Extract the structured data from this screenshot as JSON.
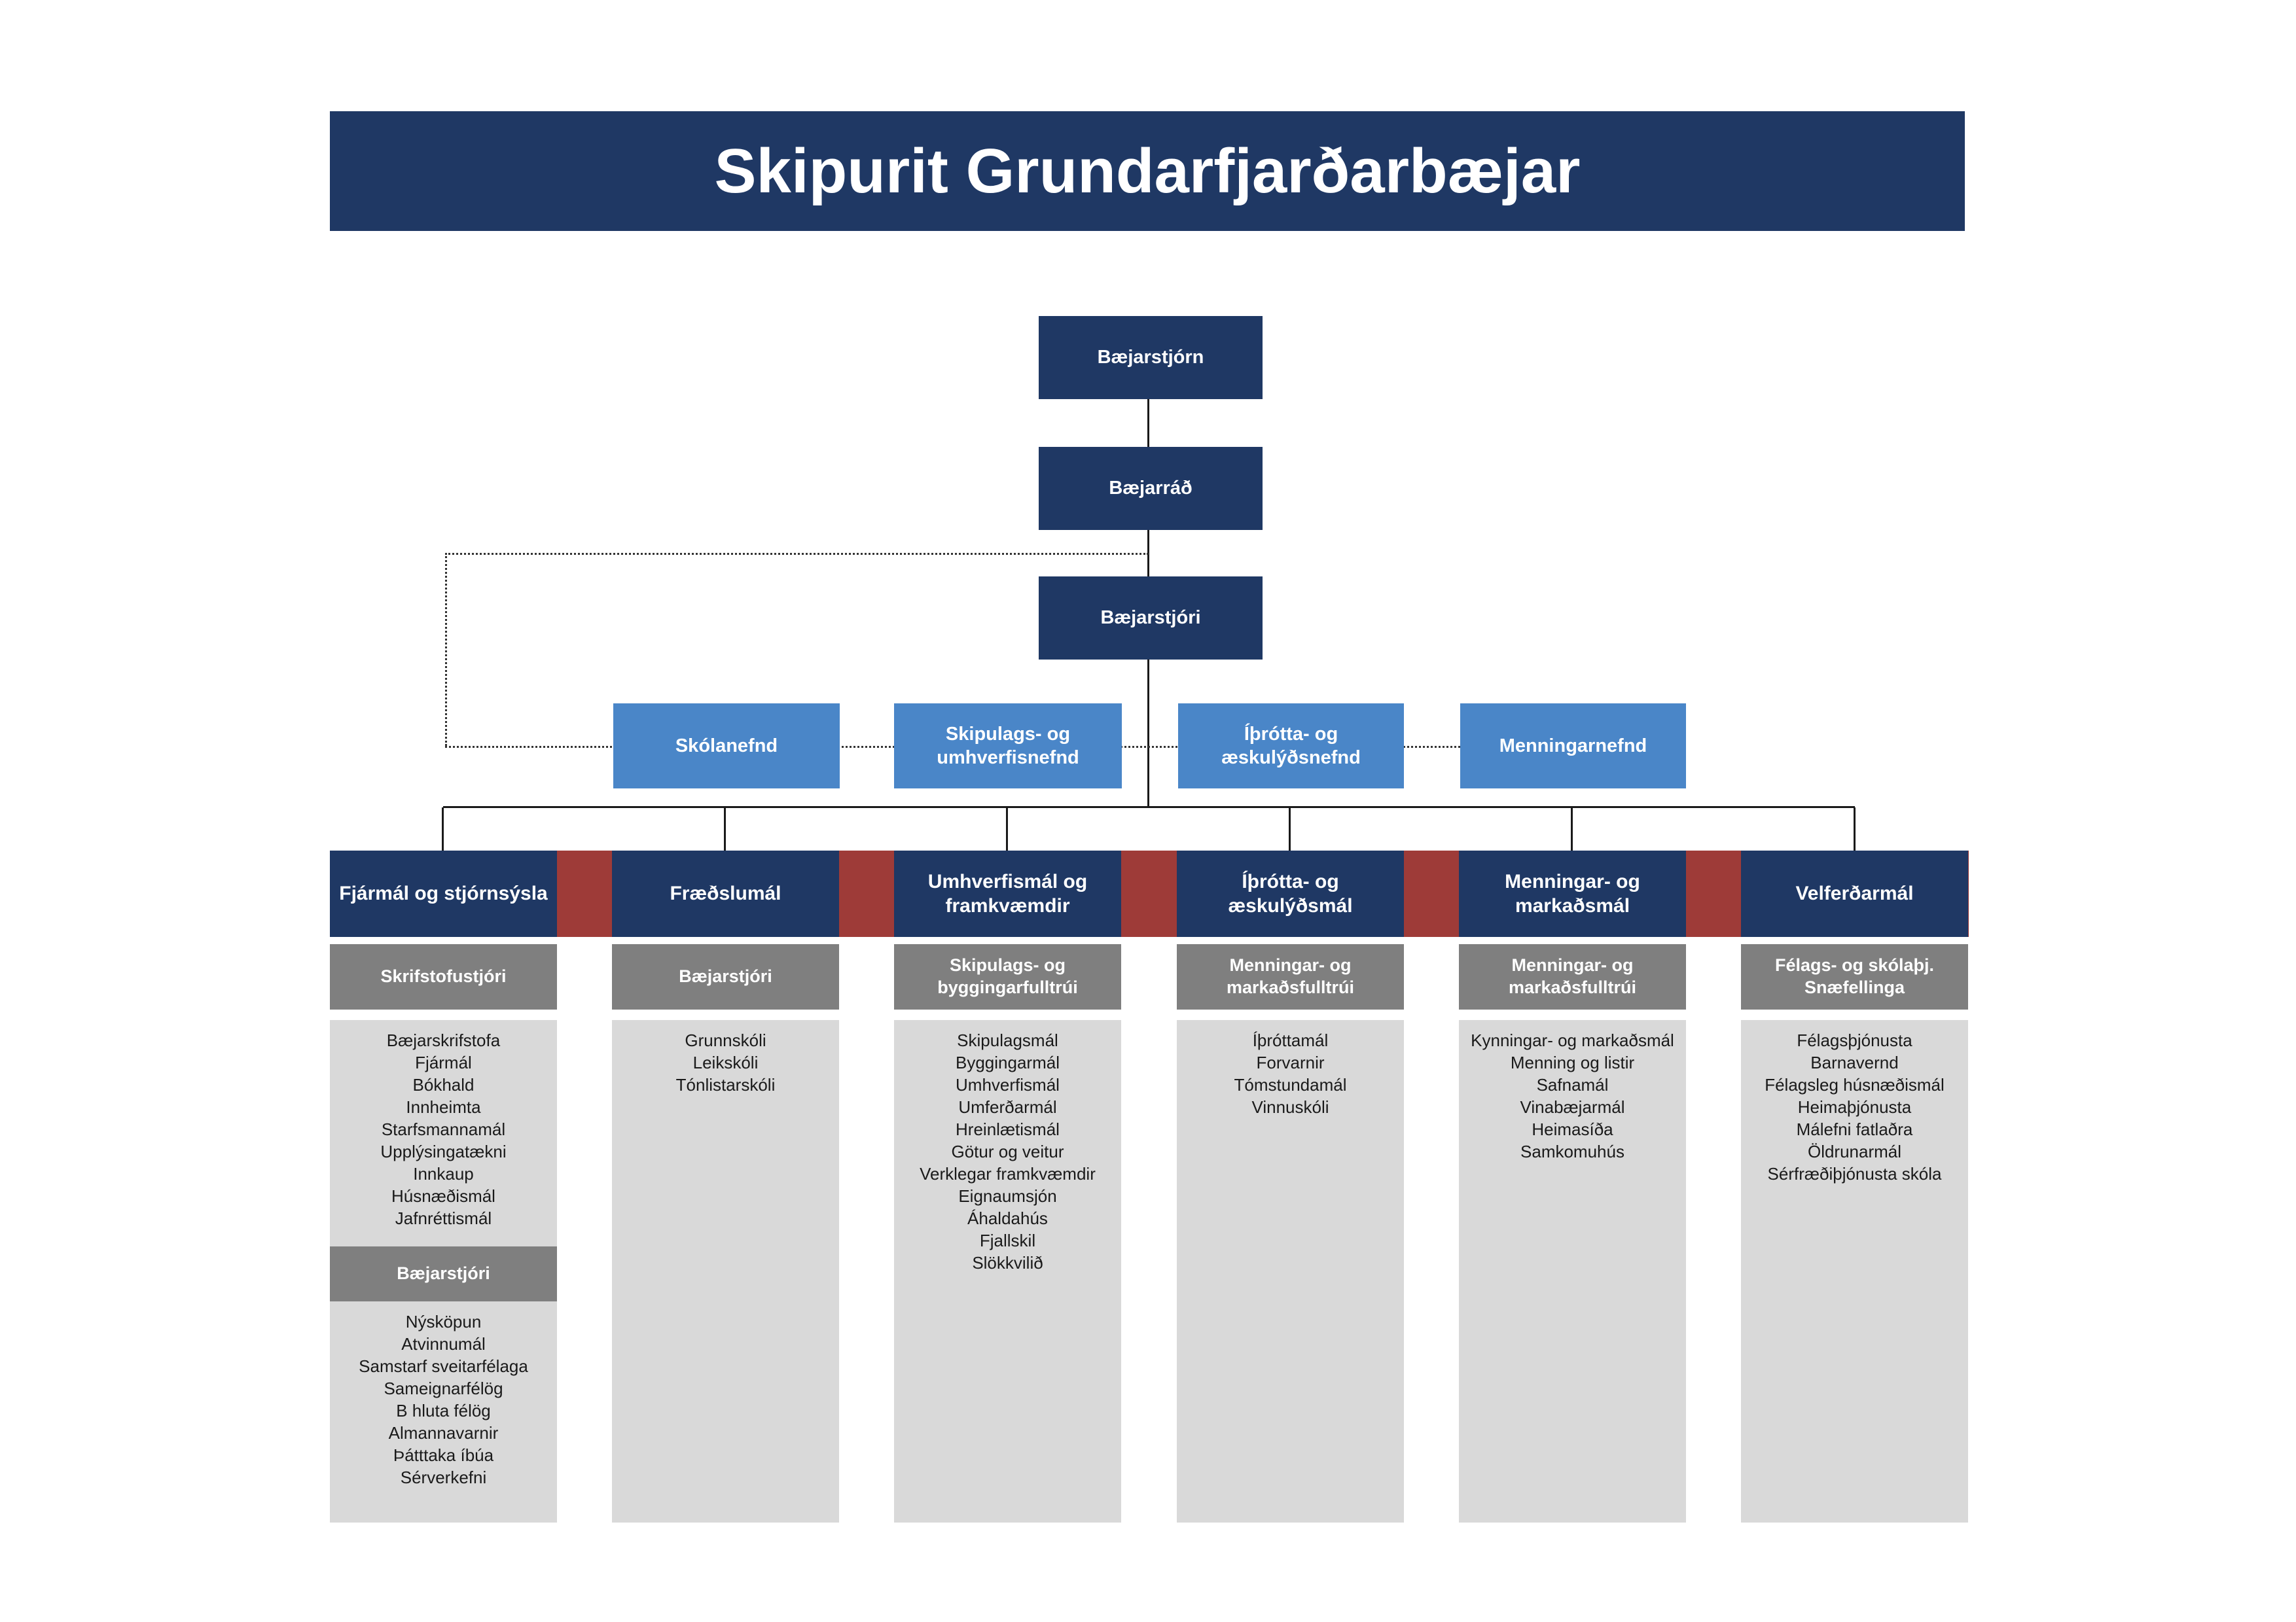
{
  "title": "Skipurit Grundarfjarðarbæjar",
  "hierarchy": {
    "level1": "Bæjarstjórn",
    "level2": "Bæjarráð",
    "level3": "Bæjarstjóri"
  },
  "committees": [
    "Skólanefnd",
    "Skipulags- og umhverfisnefnd",
    "Íþrótta- og æskulýðsnefnd",
    "Menningarnefnd"
  ],
  "colors": {
    "navy": "#1f3864",
    "committee_blue": "#4a86c8",
    "band_red": "#9e3b38",
    "subheader_gray": "#7f7f7f",
    "list_gray": "#d9d9d9",
    "text_white": "#ffffff",
    "text_black": "#1a1a1a"
  },
  "columns": [
    {
      "header": "Fjármál og stjórnsýsla",
      "sections": [
        {
          "subheader": "Skrifstofustjóri",
          "items": [
            "Bæjarskrifstofa",
            "Fjármál",
            "Bókhald",
            "Innheimta",
            "Starfsmannamál",
            "Upplýsingatækni",
            "Innkaup",
            "Húsnæðismál",
            "Jafnréttismál"
          ]
        },
        {
          "subheader": "Bæjarstjóri",
          "items": [
            "Nýsköpun",
            "Atvinnumál",
            "Samstarf sveitarfélaga",
            "Sameignarfélög",
            "B hluta félög",
            "Almannavarnir",
            "Þátttaka íbúa",
            "Sérverkefni"
          ]
        }
      ]
    },
    {
      "header": "Fræðslumál",
      "sections": [
        {
          "subheader": "Bæjarstjóri",
          "items": [
            "Grunnskóli",
            "Leikskóli",
            "Tónlistarskóli"
          ]
        }
      ]
    },
    {
      "header": "Umhverfismál og framkvæmdir",
      "sections": [
        {
          "subheader": "Skipulags- og byggingarfulltrúi",
          "items": [
            "Skipulagsmál",
            "Byggingarmál",
            "Umhverfismál",
            "Umferðarmál",
            "Hreinlætismál",
            "Götur og veitur",
            "Verklegar framkvæmdir",
            "Eignaumsjón",
            "Áhaldahús",
            "Fjallskil",
            "Slökkvilið"
          ]
        }
      ]
    },
    {
      "header": "Íþrótta- og æskulýðsmál",
      "sections": [
        {
          "subheader": "Menningar- og markaðsfulltrúi",
          "items": [
            "Íþróttamál",
            "Forvarnir",
            "Tómstundamál",
            "Vinnuskóli"
          ]
        }
      ]
    },
    {
      "header": "Menningar- og markaðsmál",
      "sections": [
        {
          "subheader": "Menningar- og markaðsfulltrúi",
          "items": [
            "Kynningar- og markaðsmál",
            "Menning og listir",
            "Safnamál",
            "Vinabæjarmál",
            "Heimasíða",
            "Samkomuhús"
          ]
        }
      ]
    },
    {
      "header": "Velferðarmál",
      "sections": [
        {
          "subheader": "Félags- og skólaþj. Snæfellinga",
          "items": [
            "Félagsþjónusta",
            "Barnavernd",
            "Félagsleg húsnæðismál",
            "Heimaþjónusta",
            "Málefni fatlaðra",
            "Öldrunarmál",
            "Sérfræðiþjónusta skóla"
          ]
        }
      ]
    }
  ]
}
